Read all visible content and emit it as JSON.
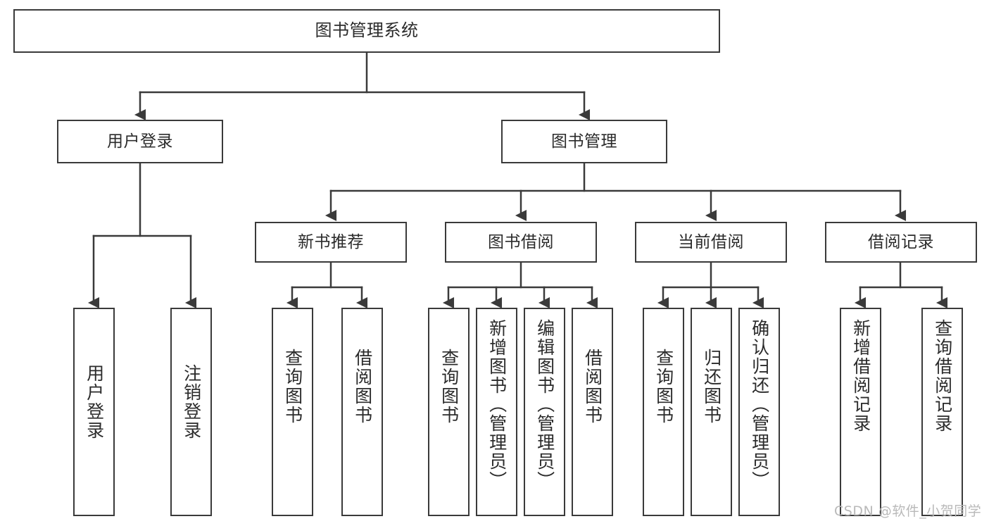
{
  "diagram": {
    "type": "tree-hierarchy",
    "title": "图书管理系统",
    "watermark": "CSDN @软件_小贺同学",
    "colors": {
      "box_border": "#3a3a3a",
      "box_fill": "#ffffff",
      "edge": "#3a3a3a",
      "text": "#2b2b2b",
      "watermark": "#b9b9b9",
      "background": "#ffffff"
    },
    "levels": 4,
    "nodes": {
      "root": {
        "label": "图书管理系统"
      },
      "level2": [
        {
          "label": "用户登录"
        },
        {
          "label": "图书管理"
        }
      ],
      "level3": [
        {
          "label": "新书推荐"
        },
        {
          "label": "图书借阅"
        },
        {
          "label": "当前借阅"
        },
        {
          "label": "借阅记录"
        }
      ],
      "leaves": {
        "user_login": [
          {
            "label": "用户登录"
          },
          {
            "label": "注销登录"
          }
        ],
        "new_book_recommend": [
          {
            "label": "查询图书"
          },
          {
            "label": "借阅图书"
          }
        ],
        "book_borrow": [
          {
            "label": "查询图书"
          },
          {
            "label": "新增图书（管理员）"
          },
          {
            "label": "编辑图书（管理员）"
          },
          {
            "label": "借阅图书"
          }
        ],
        "current_borrow": [
          {
            "label": "查询图书"
          },
          {
            "label": "归还图书"
          },
          {
            "label": "确认归还（管理员）"
          }
        ],
        "borrow_record": [
          {
            "label": "新增借阅记录"
          },
          {
            "label": "查询借阅记录"
          }
        ]
      }
    }
  }
}
